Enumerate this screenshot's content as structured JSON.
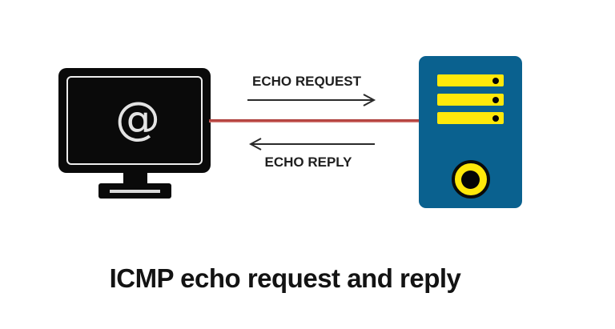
{
  "diagram": {
    "caption": "ICMP echo request and reply",
    "client": {
      "type": "computer-monitor",
      "screen_glyph": "@"
    },
    "server": {
      "type": "server-tower",
      "drive_bays": 3,
      "bay_leds": 3,
      "power_button": true
    },
    "arrows": {
      "request_label": "ECHO REQUEST",
      "request_direction": "client-to-server",
      "reply_label": "ECHO REPLY",
      "reply_direction": "server-to-client"
    },
    "connection": {
      "type": "physical-link-line"
    },
    "colors": {
      "background": "#ffffff",
      "monitor_black": "#0a0a0a",
      "monitor_screen_border": "#ededed",
      "at_glyph": "#e3e3e3",
      "server_blue": "#0a618f",
      "bay_yellow": "#ffe80a",
      "led_black": "#050505",
      "link_red": "#bb4642",
      "arrow_dark": "#2a2a2a",
      "label_text": "#1f1f1f",
      "caption_text": "#131313"
    }
  }
}
